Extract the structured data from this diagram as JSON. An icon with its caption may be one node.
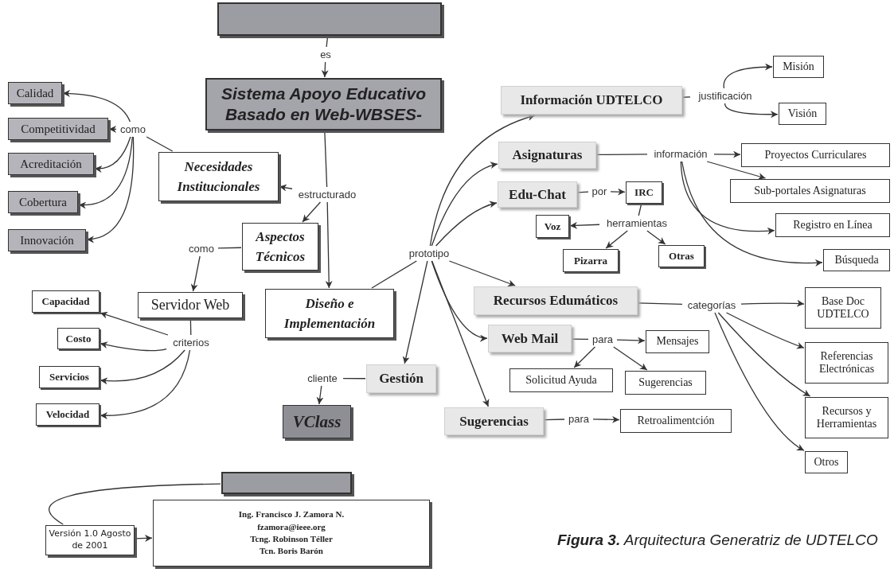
{
  "diagram": {
    "caption": "**Figura 3.** Arquitectura Generatriz de UDTELCO",
    "nodes": [
      {
        "text": [],
        "shape": "box"
      },
      {
        "text": [
          "es"
        ]
      },
      {
        "text": [
          "Sistema Apoyo Educativo Basado en Web-WBSES-"
        ]
      },
      {
        "text": [
          "como"
        ]
      },
      {
        "text": [
          "Calidad"
        ]
      },
      {
        "text": [
          "Competitividad"
        ]
      },
      {
        "text": [
          "Acreditación"
        ]
      },
      {
        "text": [
          "Cobertura"
        ]
      },
      {
        "text": [
          "Innovación"
        ]
      },
      {
        "text": [
          "Necesidades Institucionales"
        ]
      },
      {
        "text": [
          "estructurado"
        ]
      },
      {
        "text": [
          "Aspectos Técnicos"
        ]
      },
      {
        "text": [
          "como"
        ]
      },
      {
        "text": [
          "Servidor Web"
        ]
      },
      {
        "text": [
          "criterios"
        ]
      },
      {
        "text": [
          "Capacidad"
        ]
      },
      {
        "text": [
          "Costo"
        ]
      },
      {
        "text": [
          "Servicios"
        ]
      },
      {
        "text": [
          "Velocidad"
        ]
      },
      {
        "text": [
          "Diseño e Implementación"
        ]
      },
      {
        "text": [
          "prototipo"
        ]
      },
      {
        "text": [
          "Información UDTELCO"
        ]
      },
      {
        "text": [
          "justificación"
        ]
      },
      {
        "text": [
          "Misión"
        ]
      },
      {
        "text": [
          "Visión"
        ]
      },
      {
        "text": [
          "Asignaturas"
        ]
      },
      {
        "text": [
          "información"
        ]
      },
      {
        "text": [
          "Proyectos Curriculares"
        ]
      },
      {
        "text": [
          "Sub-portales Asignaturas"
        ]
      },
      {
        "text": [
          "Registro en Línea"
        ]
      },
      {
        "text": [
          "Búsqueda"
        ]
      },
      {
        "text": [
          "Edu-Chat"
        ]
      },
      {
        "text": [
          "por"
        ]
      },
      {
        "text": [
          "IRC"
        ]
      },
      {
        "text": [
          "herramientas"
        ]
      },
      {
        "text": [
          "Voz"
        ]
      },
      {
        "text": [
          "Pizarra"
        ]
      },
      {
        "text": [
          "Otras"
        ]
      },
      {
        "text": [
          "Recursos Edumáticos"
        ]
      },
      {
        "text": [
          "categorías"
        ]
      },
      {
        "text": [
          "Base Doc UDTELCO"
        ]
      },
      {
        "text": [
          "Referencias Electrónicas"
        ]
      },
      {
        "text": [
          "Recursos y Herramientas"
        ]
      },
      {
        "text": [
          "Otros"
        ]
      },
      {
        "text": [
          "Web Mail"
        ]
      },
      {
        "text": [
          "para"
        ]
      },
      {
        "text": [
          "Mensajes"
        ]
      },
      {
        "text": [
          "Solicitud Ayuda"
        ]
      },
      {
        "text": [
          "Sugerencias"
        ]
      },
      {
        "text": [
          "Sugerencias"
        ]
      },
      {
        "text": [
          "para"
        ]
      },
      {
        "text": [
          "Retroalimentción"
        ]
      },
      {
        "text": [
          "Gestión"
        ]
      },
      {
        "text": [
          "cliente"
        ]
      },
      {
        "text": [
          "VClass"
        ]
      },
      {
        "text": [],
        "shape": "box"
      },
      {
        "text": [
          "Versión 1.0 Agosto de 2001"
        ]
      },
      {
        "text": [
          "Ing. Francisco J. Zamora N.",
          "fzamora@ieee.org",
          "Tcng. Robinson Téller",
          "Tcn. Boris Barón"
        ]
      }
    ],
    "edges": [
      {
        "from": 0,
        "to": 1,
        "arrow": "none"
      },
      {
        "from": 1,
        "to": 2,
        "arrow": "to"
      },
      {
        "from": 2,
        "to": 10,
        "arrow": "none"
      },
      {
        "from": 10,
        "to": 9,
        "arrow": "to"
      },
      {
        "from": 10,
        "to": 11,
        "arrow": "to"
      },
      {
        "from": 10,
        "to": 19,
        "arrow": "to"
      },
      {
        "from": 9,
        "to": 3,
        "arrow": "none"
      },
      {
        "from": 3,
        "to": 4,
        "arrow": "to"
      },
      {
        "from": 3,
        "to": 5,
        "arrow": "to"
      },
      {
        "from": 3,
        "to": 6,
        "arrow": "to"
      },
      {
        "from": 3,
        "to": 7,
        "arrow": "to"
      },
      {
        "from": 3,
        "to": 8,
        "arrow": "to"
      },
      {
        "from": 11,
        "to": 12,
        "arrow": "none"
      },
      {
        "from": 12,
        "to": 13,
        "arrow": "to"
      },
      {
        "from": 13,
        "to": 14,
        "arrow": "none"
      },
      {
        "from": 14,
        "to": 15,
        "arrow": "to"
      },
      {
        "from": 14,
        "to": 16,
        "arrow": "to"
      },
      {
        "from": 14,
        "to": 17,
        "arrow": "to"
      },
      {
        "from": 14,
        "to": 18,
        "arrow": "to"
      },
      {
        "from": 19,
        "to": 20,
        "arrow": "none"
      },
      {
        "from": 20,
        "to": 21,
        "arrow": "to"
      },
      {
        "from": 20,
        "to": 25,
        "arrow": "to"
      },
      {
        "from": 20,
        "to": 31,
        "arrow": "to"
      },
      {
        "from": 20,
        "to": 38,
        "arrow": "to"
      },
      {
        "from": 20,
        "to": 44,
        "arrow": "to"
      },
      {
        "from": 20,
        "to": 49,
        "arrow": "to"
      },
      {
        "from": 20,
        "to": 52,
        "arrow": "to"
      },
      {
        "from": 52,
        "to": 53,
        "arrow": "none"
      },
      {
        "from": 53,
        "to": 54,
        "arrow": "to"
      },
      {
        "from": 21,
        "to": 22,
        "arrow": "none"
      },
      {
        "from": 22,
        "to": 23,
        "arrow": "to"
      },
      {
        "from": 22,
        "to": 24,
        "arrow": "to"
      },
      {
        "from": 25,
        "to": 26,
        "arrow": "none"
      },
      {
        "from": 26,
        "to": 27,
        "arrow": "to"
      },
      {
        "from": 26,
        "to": 28,
        "arrow": "to"
      },
      {
        "from": 26,
        "to": 29,
        "arrow": "to"
      },
      {
        "from": 26,
        "to": 30,
        "arrow": "to"
      },
      {
        "from": 31,
        "to": 32,
        "arrow": "none"
      },
      {
        "from": 32,
        "to": 33,
        "arrow": "to"
      },
      {
        "from": 33,
        "to": 34,
        "arrow": "none"
      },
      {
        "from": 34,
        "to": 35,
        "arrow": "to"
      },
      {
        "from": 34,
        "to": 36,
        "arrow": "to"
      },
      {
        "from": 34,
        "to": 37,
        "arrow": "to"
      },
      {
        "from": 38,
        "to": 39,
        "arrow": "none"
      },
      {
        "from": 39,
        "to": 40,
        "arrow": "to"
      },
      {
        "from": 39,
        "to": 41,
        "arrow": "to"
      },
      {
        "from": 39,
        "to": 42,
        "arrow": "to"
      },
      {
        "from": 39,
        "to": 43,
        "arrow": "to"
      },
      {
        "from": 44,
        "to": 45,
        "arrow": "none"
      },
      {
        "from": 45,
        "to": 46,
        "arrow": "to"
      },
      {
        "from": 45,
        "to": 47,
        "arrow": "to"
      },
      {
        "from": 45,
        "to": 48,
        "arrow": "to"
      },
      {
        "from": 49,
        "to": 50,
        "arrow": "none"
      },
      {
        "from": 50,
        "to": 51,
        "arrow": "to"
      },
      {
        "from": 55,
        "to": 56,
        "arrow": "none"
      },
      {
        "from": 56,
        "to": 57,
        "arrow": "to"
      }
    ]
  }
}
